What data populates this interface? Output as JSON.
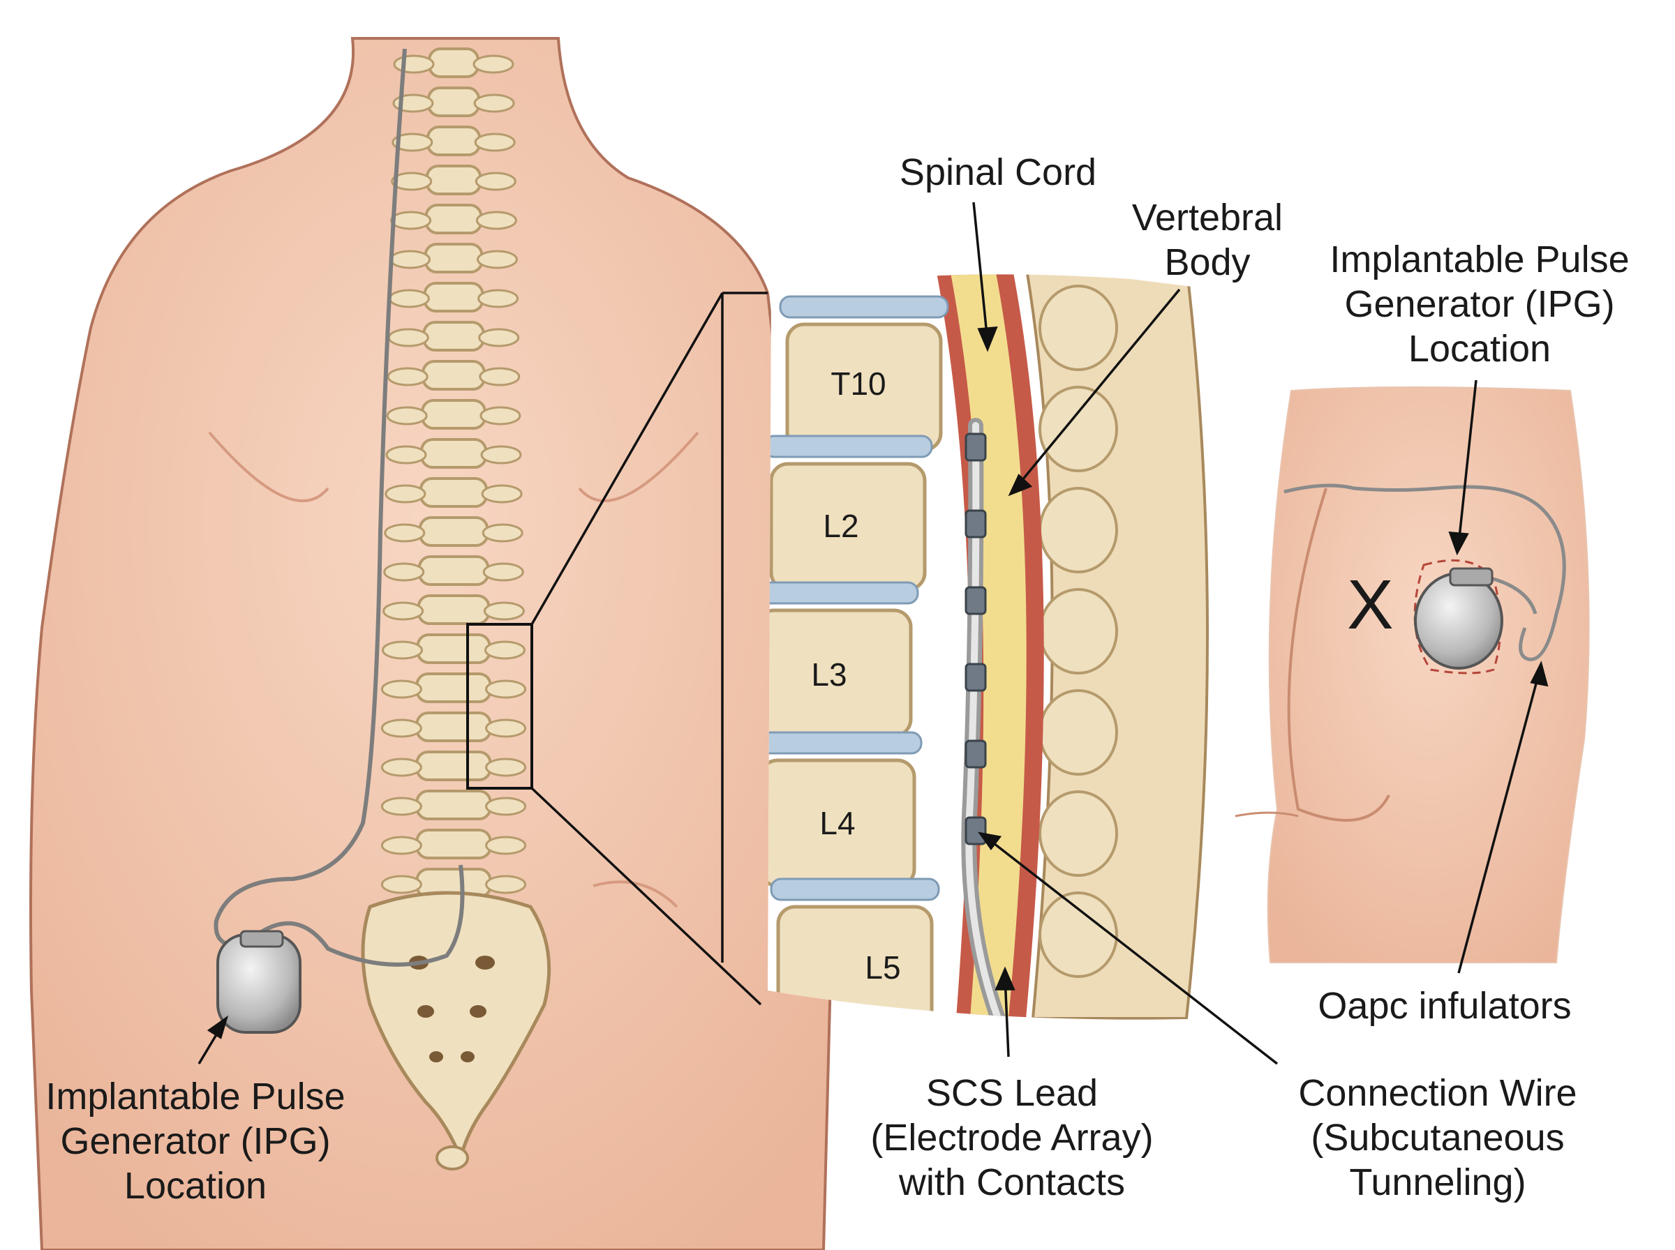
{
  "colors": {
    "skin": "#f3c9b1",
    "skin_shade": "#e2a98c",
    "bone": "#efe0bf",
    "bone_edge": "#b59a6c",
    "disc": "#b8cde0",
    "cord": "#f2dd8f",
    "dura": "#c65a48",
    "device": "#c8c8c8",
    "line": "#111111"
  },
  "labels": {
    "ipg_left": [
      "Implantable Pulse",
      "Generator (IPG)",
      "Location"
    ],
    "ipg_right": [
      "Implantable Pulse",
      "Generator (IPG)",
      "Location"
    ],
    "spinal_cord": "Spinal Cord",
    "vertebral_body": [
      "Vertebral",
      "Body"
    ],
    "scs_lead": [
      "SCS Lead",
      "(Electrode Array)",
      "with Contacts"
    ],
    "connection_wire": [
      "Connection Wire",
      "(Subcutaneous",
      "Tunneling)"
    ],
    "oapc": "Oapc infulators",
    "x_mark": "X"
  },
  "vertebrae": [
    "T10",
    "L2",
    "L3",
    "L4",
    "L5"
  ]
}
